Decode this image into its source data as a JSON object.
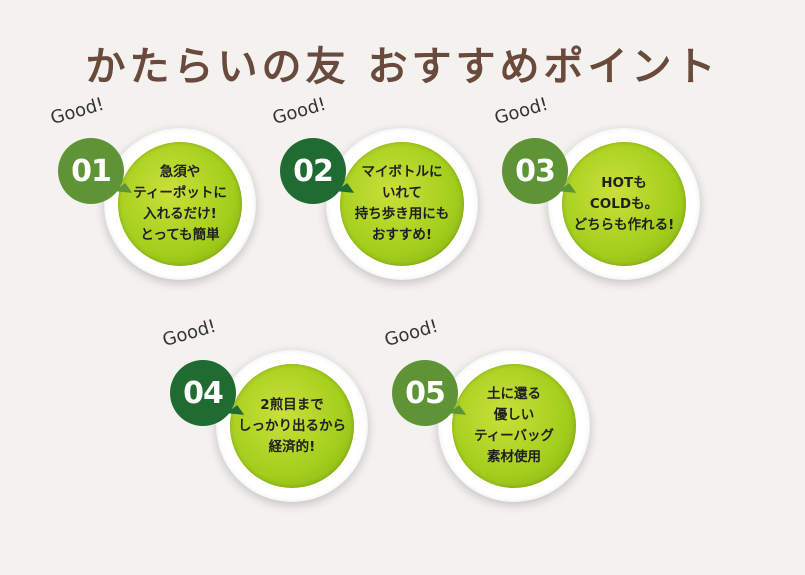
{
  "title": "かたらいの友 おすすめポイント",
  "points": [
    {
      "good": "Good!",
      "number": "01",
      "badge_color": "#5e9435",
      "lines": [
        "急須や",
        "ティーポットに",
        "入れるだけ!",
        "とっても簡単"
      ]
    },
    {
      "good": "Good!",
      "number": "02",
      "badge_color": "#1f6b32",
      "lines": [
        "マイボトルに",
        "いれて",
        "持ち歩き用にも",
        "おすすめ!"
      ]
    },
    {
      "good": "Good!",
      "number": "03",
      "badge_color": "#5e9435",
      "lines": [
        "HOTも",
        "COLDも。",
        "どちらも作れる!"
      ]
    },
    {
      "good": "Good!",
      "number": "04",
      "badge_color": "#1f6b32",
      "lines": [
        "2煎目まで",
        "しっかり出るから",
        "経済的!"
      ]
    },
    {
      "good": "Good!",
      "number": "05",
      "badge_color": "#5e9435",
      "lines": [
        "土に還る",
        "優しい",
        "ティーバッグ",
        "素材使用"
      ]
    }
  ]
}
